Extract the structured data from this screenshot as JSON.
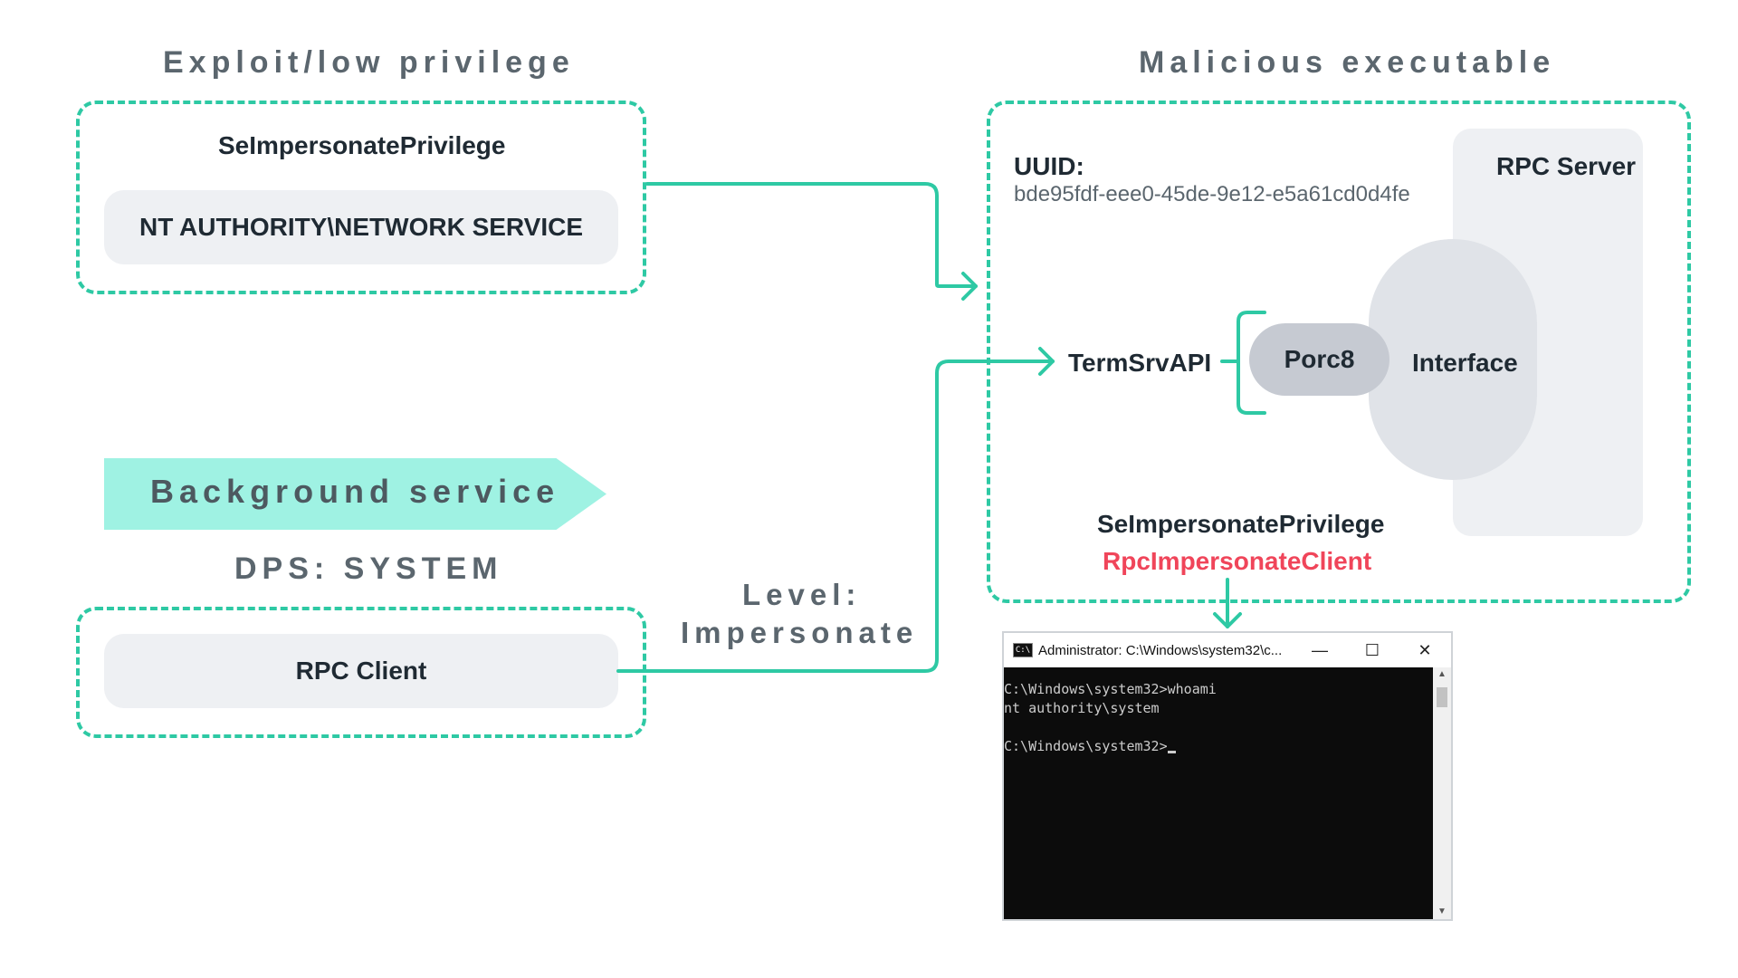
{
  "left": {
    "exploit_heading": "Exploit/low privilege",
    "exploit_privilege": "SeImpersonatePrivilege",
    "exploit_account": "NT AUTHORITY\\NETWORK SERVICE",
    "background_service_label": "Background service",
    "dps_heading": "DPS: SYSTEM",
    "rpc_client": "RPC Client",
    "impersonation_level_line1": "Level:",
    "impersonation_level_line2": "Impersonate"
  },
  "right": {
    "malicious_heading": "Malicious executable",
    "uuid_label": "UUID:",
    "uuid_value": "bde95fdf-eee0-45de-9e12-e5a61cd0d4fe",
    "rpc_server": "RPC Server",
    "termsrvapi": "TermSrvAPI",
    "porc8": "Porc8",
    "interface": "Interface",
    "privilege": "SeImpersonatePrivilege",
    "impersonate_call": "RpcImpersonateClient"
  },
  "console": {
    "title": "Administrator: C:\\Windows\\system32\\c...",
    "minimize": "—",
    "maximize": "☐",
    "close": "✕",
    "lines": [
      "C:\\Windows\\system32>whoami",
      "nt authority\\system",
      "",
      "C:\\Windows\\system32>"
    ]
  },
  "colors": {
    "accent": "#2ec9a4",
    "highlight_red": "#f0455a",
    "banner": "#9ff2e3",
    "heading_gray": "#5b666e"
  },
  "icons": [
    "console-app-icon",
    "minimize-icon",
    "maximize-icon",
    "close-icon",
    "scroll-up-icon",
    "scroll-down-icon"
  ]
}
